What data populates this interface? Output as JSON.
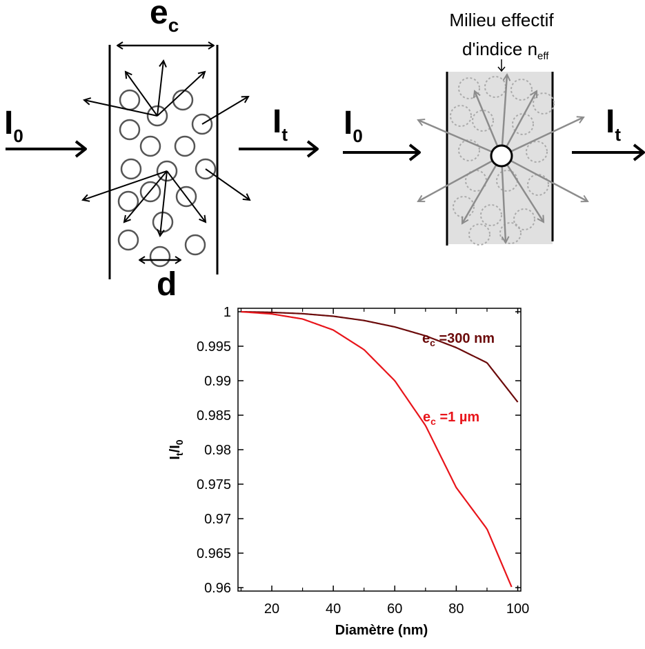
{
  "diagram": {
    "left": {
      "incident_label": "I",
      "incident_sub": "0",
      "transmitted_label": "I",
      "transmitted_sub": "t",
      "thickness_label": "e",
      "thickness_sub": "c",
      "diameter_label": "d"
    },
    "right": {
      "medium_line1": "Milieu effectif",
      "medium_line2": "d'indice n",
      "medium_sub": "eff",
      "incident_label": "I",
      "incident_sub": "0",
      "transmitted_label": "I",
      "transmitted_sub": "t"
    }
  },
  "chart_data": {
    "type": "line",
    "xlabel": "Diamètre (nm)",
    "ylabel_main": "I",
    "ylabel_sub1": "t",
    "ylabel_mid": "/I",
    "ylabel_sub2": "0",
    "xlim": [
      9,
      101
    ],
    "ylim": [
      0.9595,
      1.0005
    ],
    "xticks": [
      20,
      40,
      60,
      80,
      100
    ],
    "xtick_labels": [
      "20",
      "40",
      "60",
      "80",
      "100"
    ],
    "yticks": [
      0.96,
      0.965,
      0.97,
      0.975,
      0.98,
      0.985,
      0.99,
      0.995,
      1
    ],
    "ytick_labels": [
      "0.96",
      "0.965",
      "0.97",
      "0.975",
      "0.98",
      "0.985",
      "0.99",
      "0.995",
      "1"
    ],
    "grid": false,
    "series": [
      {
        "name": "e",
        "name_sub": "c",
        "name_rest": " =300 nm",
        "color": "#6b0a0a",
        "x": [
          10,
          20,
          30,
          40,
          50,
          60,
          70,
          80,
          90,
          100
        ],
        "y": [
          1.0,
          0.99991,
          0.99972,
          0.99935,
          0.99873,
          0.9978,
          0.99651,
          0.9948,
          0.9926,
          0.9869
        ]
      },
      {
        "name": "e",
        "name_sub": "c",
        "name_rest": " =1 µm",
        "color": "#e8141a",
        "x": [
          10,
          20,
          30,
          40,
          50,
          60,
          70,
          80,
          90,
          98
        ],
        "y": [
          1.0,
          0.99968,
          0.99895,
          0.99735,
          0.9945,
          0.99,
          0.9835,
          0.9745,
          0.9685,
          0.9601
        ]
      }
    ]
  }
}
